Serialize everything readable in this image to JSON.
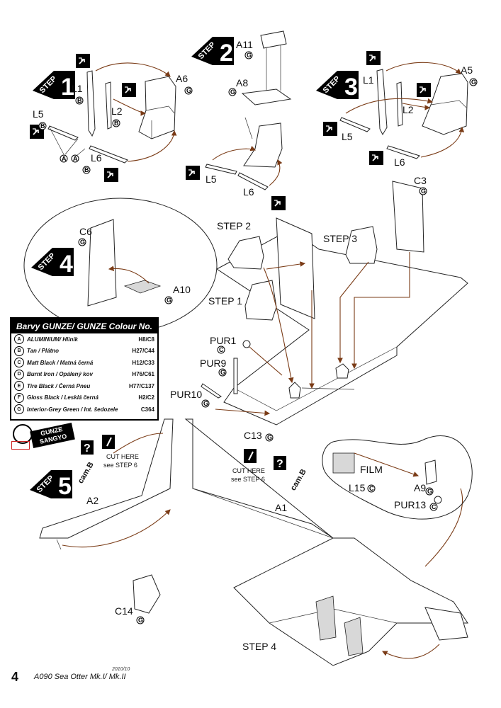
{
  "page": {
    "number": "4",
    "title": "A090 Sea Otter Mk.I/ Mk.II",
    "year": "2010/10"
  },
  "steps": {
    "step_word": "STEP",
    "step1_num": "1",
    "step2_num": "2",
    "step3_num": "3",
    "step4_num": "4",
    "step5_num": "5",
    "ref_step1": "STEP 1",
    "ref_step2": "STEP 2",
    "ref_step3": "STEP 3",
    "ref_step4": "STEP 4"
  },
  "parts": {
    "A6": "A6",
    "L1a": "L1",
    "L2a": "L2",
    "L5a": "L5",
    "L6a": "L6",
    "A11": "A11",
    "A8": "A8",
    "L5b": "L5",
    "L6b": "L6",
    "A5": "A5",
    "L1b": "L1",
    "L2b": "L2",
    "L5c": "L5",
    "L6c": "L6",
    "C3": "C3",
    "C6": "C6",
    "A10": "A10",
    "PUR1": "PUR1",
    "PUR9": "PUR9",
    "PUR10": "PUR10",
    "C13": "C13",
    "FILM": "FILM",
    "L15": "L15",
    "A9": "A9",
    "PUR13": "PUR13",
    "A2": "A2",
    "A1": "A1",
    "C14": "C14"
  },
  "circles": {
    "A": "A",
    "B": "B",
    "C": "C",
    "G": "G"
  },
  "cut_notes": {
    "left_line1": "CUT HERE",
    "left_line2": "see STEP 6",
    "right_line1": "CUT HERE",
    "right_line2": "see STEP 6",
    "cam_left": "cam.B",
    "cam_right": "cam.B",
    "question": "?"
  },
  "colour_table": {
    "title": "Barvy GUNZE/ GUNZE Colour No.",
    "rows": [
      {
        "letter": "A",
        "name": "ALUMINIUM/ Hliník",
        "code": "H8/C8"
      },
      {
        "letter": "B",
        "name": "Tan / Plátno",
        "code": "H27/C44"
      },
      {
        "letter": "C",
        "name": "Matt Black / Matná černá",
        "code": "H12/C33"
      },
      {
        "letter": "D",
        "name": "Burnt Iron / Opálený kov",
        "code": "H76/C61"
      },
      {
        "letter": "E",
        "name": "Tire Black / Černá Pneu",
        "code": "H77/C137"
      },
      {
        "letter": "F",
        "name": "Gloss Black / Lesklá černá",
        "code": "H2/C2"
      },
      {
        "letter": "G",
        "name": "Interior-Grey Green / Int. šedozelená",
        "code": "C364"
      }
    ]
  },
  "logo": {
    "gunze_line1": "GUNZE",
    "gunze_line2": "SANGYO"
  }
}
